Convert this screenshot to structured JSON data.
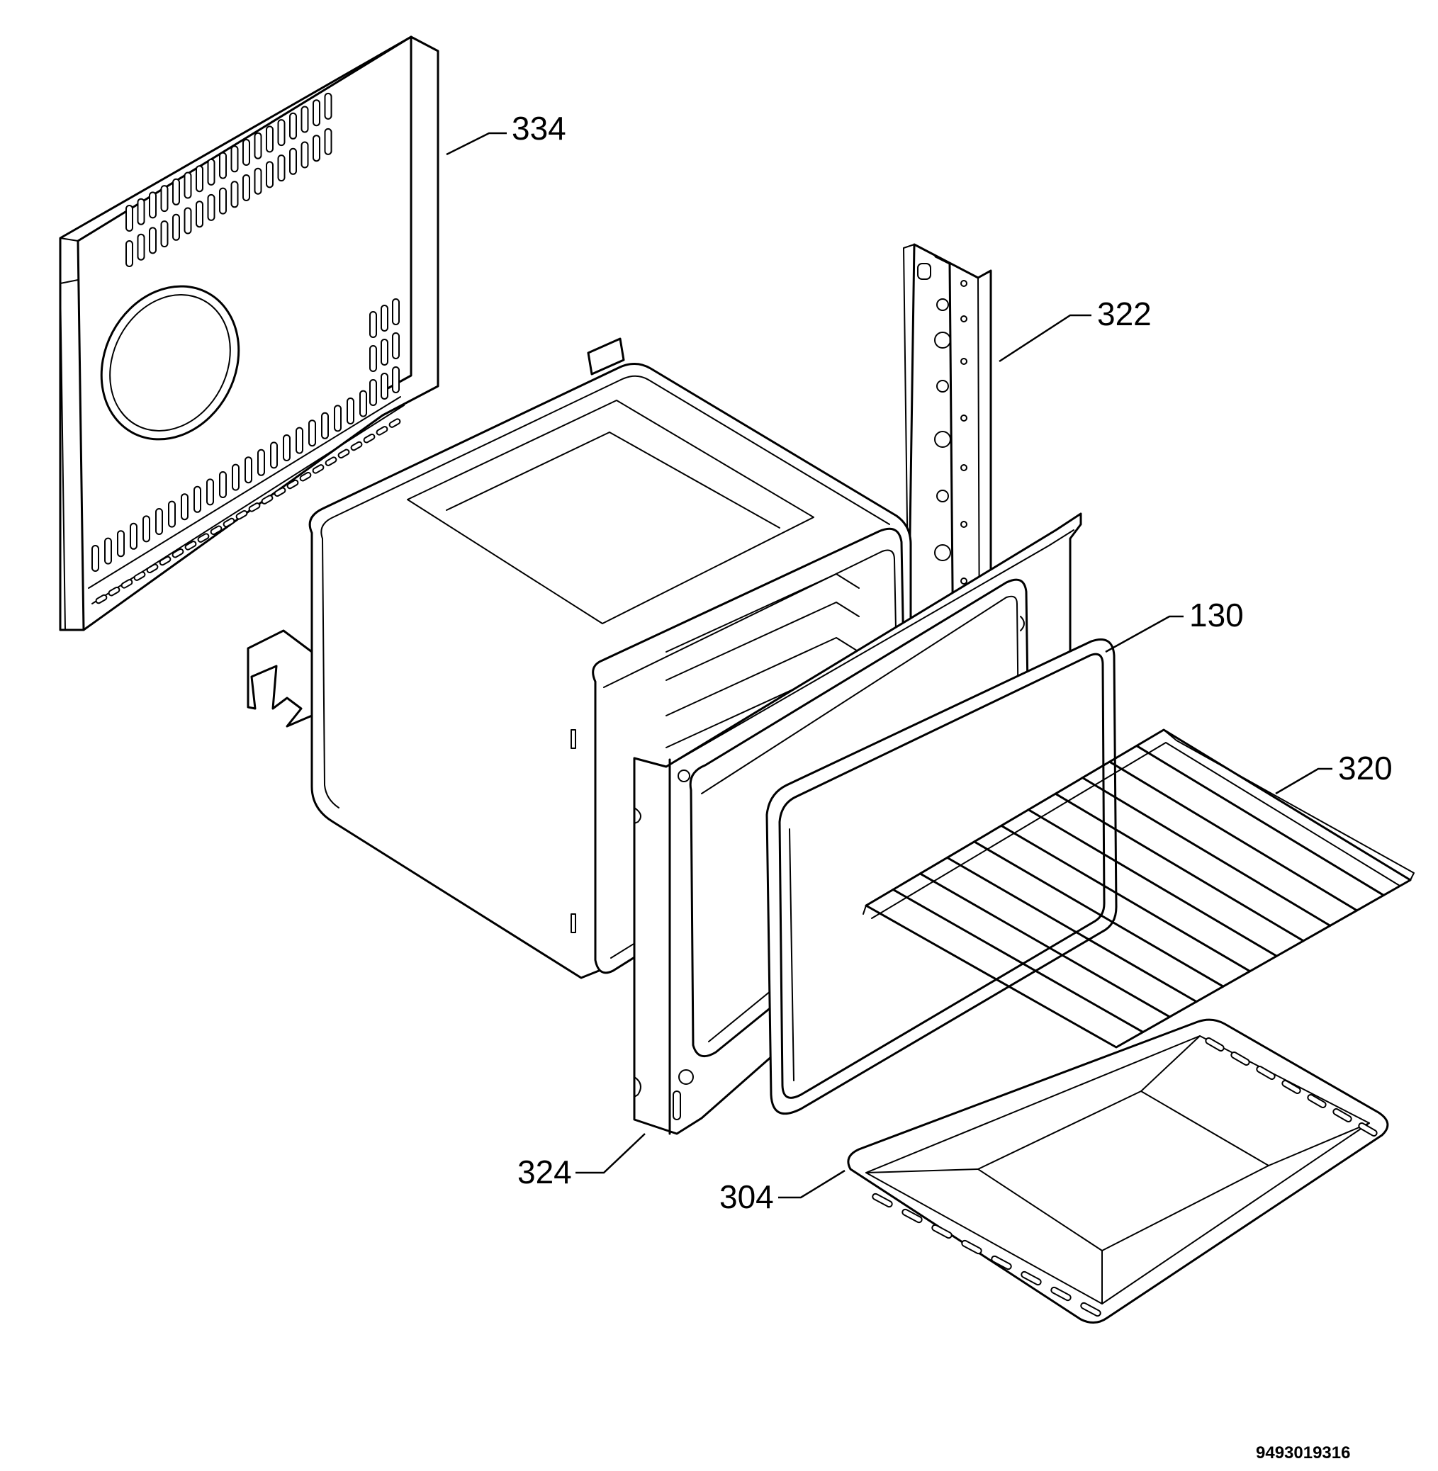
{
  "callouts": [
    {
      "id": "334",
      "label": "334"
    },
    {
      "id": "322",
      "label": "322"
    },
    {
      "id": "130",
      "label": "130"
    },
    {
      "id": "320",
      "label": "320"
    },
    {
      "id": "324",
      "label": "324"
    },
    {
      "id": "304",
      "label": "304"
    }
  ],
  "document_number": "9493019316"
}
